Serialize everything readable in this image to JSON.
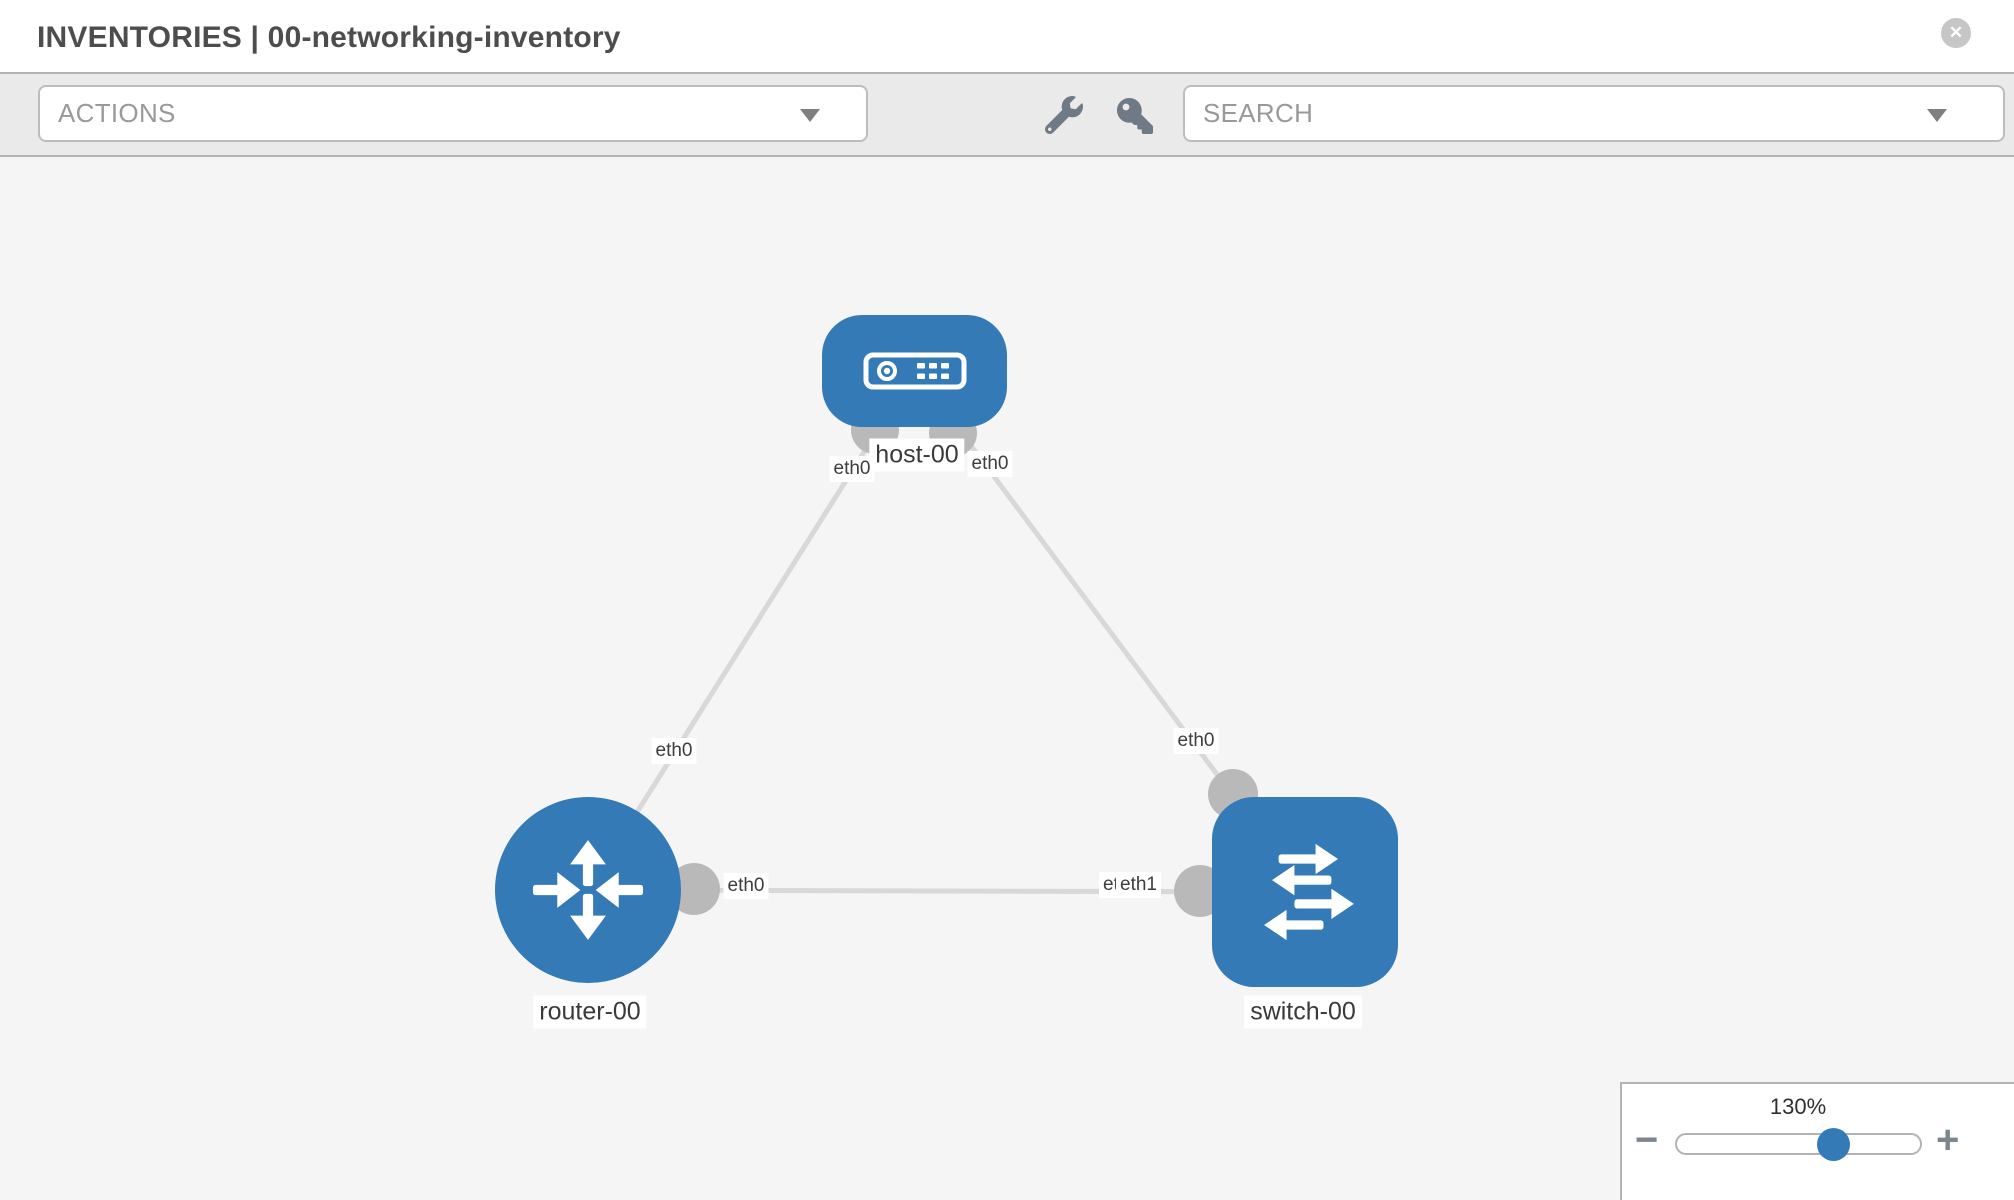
{
  "window": {
    "title": "INVENTORIES | 00-networking-inventory"
  },
  "header": {
    "close_icon": "✕"
  },
  "toolbar": {
    "actions_label": "ACTIONS",
    "search_label": "SEARCH",
    "icons": {
      "wrench": "wrench-icon",
      "key": "key-icon",
      "caret": "caret-down-icon"
    }
  },
  "topology": {
    "nodes": [
      {
        "id": "host-00",
        "type": "host",
        "label": "host-00"
      },
      {
        "id": "router-00",
        "type": "router",
        "label": "router-00"
      },
      {
        "id": "switch-00",
        "type": "switch",
        "label": "switch-00"
      }
    ],
    "links": [
      {
        "from": "host-00",
        "to": "router-00"
      },
      {
        "from": "host-00",
        "to": "switch-00"
      },
      {
        "from": "router-00",
        "to": "switch-00"
      }
    ],
    "interface_labels": {
      "host_router_at_host": "eth0",
      "host_router_at_router": "eth0",
      "host_switch_at_host": "eth0",
      "host_switch_at_switch": "eth0",
      "router_switch_at_router": "eth0",
      "router_switch_at_switch": "eth1",
      "router_switch_at_switch_overlapped": "eth0"
    }
  },
  "zoom_control": {
    "level": "130%",
    "minus": "−",
    "plus": "+"
  },
  "colors": {
    "node_blue": "#337ab7",
    "link_gray": "#d8d8d8",
    "connector_gray": "#b9b9b9",
    "canvas_bg": "#f5f5f5",
    "toolbar_bg": "#eaeaea",
    "border_gray": "#b3b3b3"
  }
}
